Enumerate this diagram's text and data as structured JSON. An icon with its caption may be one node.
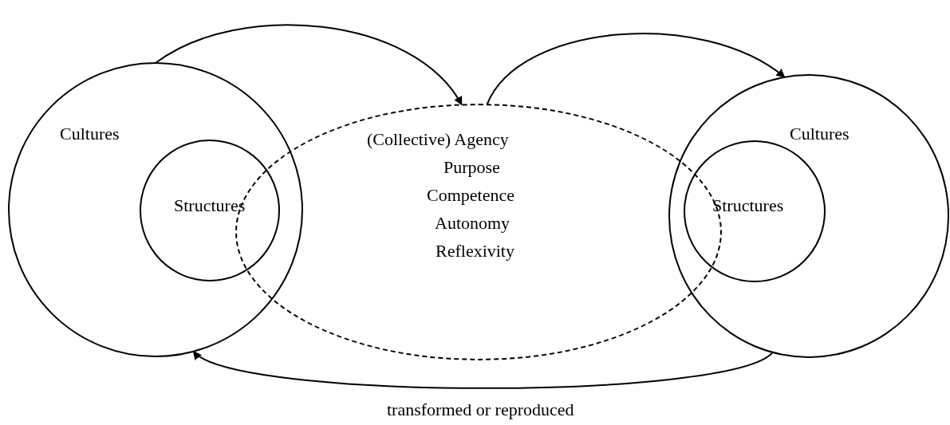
{
  "diagram": {
    "nodes": [
      {
        "text": [
          "Cultures"
        ]
      },
      {
        "text": [
          "Structures"
        ],
        "in": 0
      },
      {
        "text": [
          "(Collective) Agency",
          "Purpose",
          "Competence",
          "Autonomy",
          "Reflexivity"
        ]
      },
      {
        "text": [
          "Cultures"
        ]
      },
      {
        "text": [
          "Structures"
        ],
        "in": 3
      }
    ],
    "edges": [
      {
        "from": 0,
        "to": 2,
        "arrow": "to"
      },
      {
        "from": 2,
        "to": 3,
        "arrow": "to"
      },
      {
        "from": 3,
        "to": 0,
        "arrow": "to"
      }
    ],
    "labels": [
      "transformed or reproduced"
    ]
  }
}
